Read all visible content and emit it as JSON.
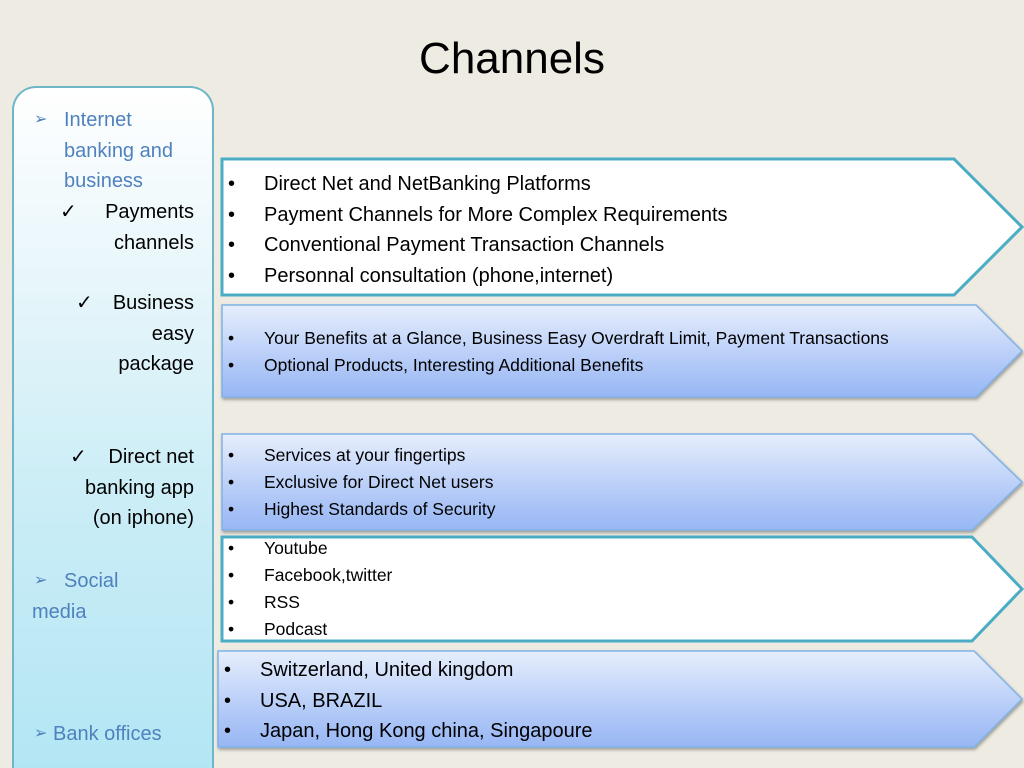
{
  "title": "Channels",
  "sidebar": {
    "internet_banking": "Internet banking and business",
    "payments_channels": "Payments channels",
    "business_easy_package": "Business easy package",
    "direct_net_app": "Direct net banking app (on iphone)",
    "social_media": "Social media",
    "bank_offices": "Bank offices"
  },
  "panels": [
    {
      "items": [
        "Direct Net and NetBanking Platforms",
        "Payment Channels for More Complex Requirements",
        "Conventional Payment Transaction Channels",
        "Personnal consultation (phone,internet)"
      ]
    },
    {
      "items": [
        "Your Benefits at a Glance, Business Easy Overdraft Limit, Payment Transactions",
        "Optional Products, Interesting Additional Benefits"
      ]
    },
    {
      "items": [
        "Services at your fingertips",
        "Exclusive for Direct Net users",
        "Highest Standards of Security"
      ]
    },
    {
      "items": [
        "Youtube",
        "Facebook,twitter",
        "RSS",
        "Podcast"
      ]
    },
    {
      "items": [
        "Switzerland, United kingdom",
        "USA, BRAZIL",
        "Japan,  Hong Kong china, Singapoure"
      ]
    }
  ],
  "colors": {
    "background": "#EEEBE3",
    "accent_blue": "#4F81BD",
    "border_teal": "#4BACC6"
  },
  "icons": [
    "arrow-bullet-icon",
    "checkmark-icon",
    "bullet-dot-icon"
  ]
}
